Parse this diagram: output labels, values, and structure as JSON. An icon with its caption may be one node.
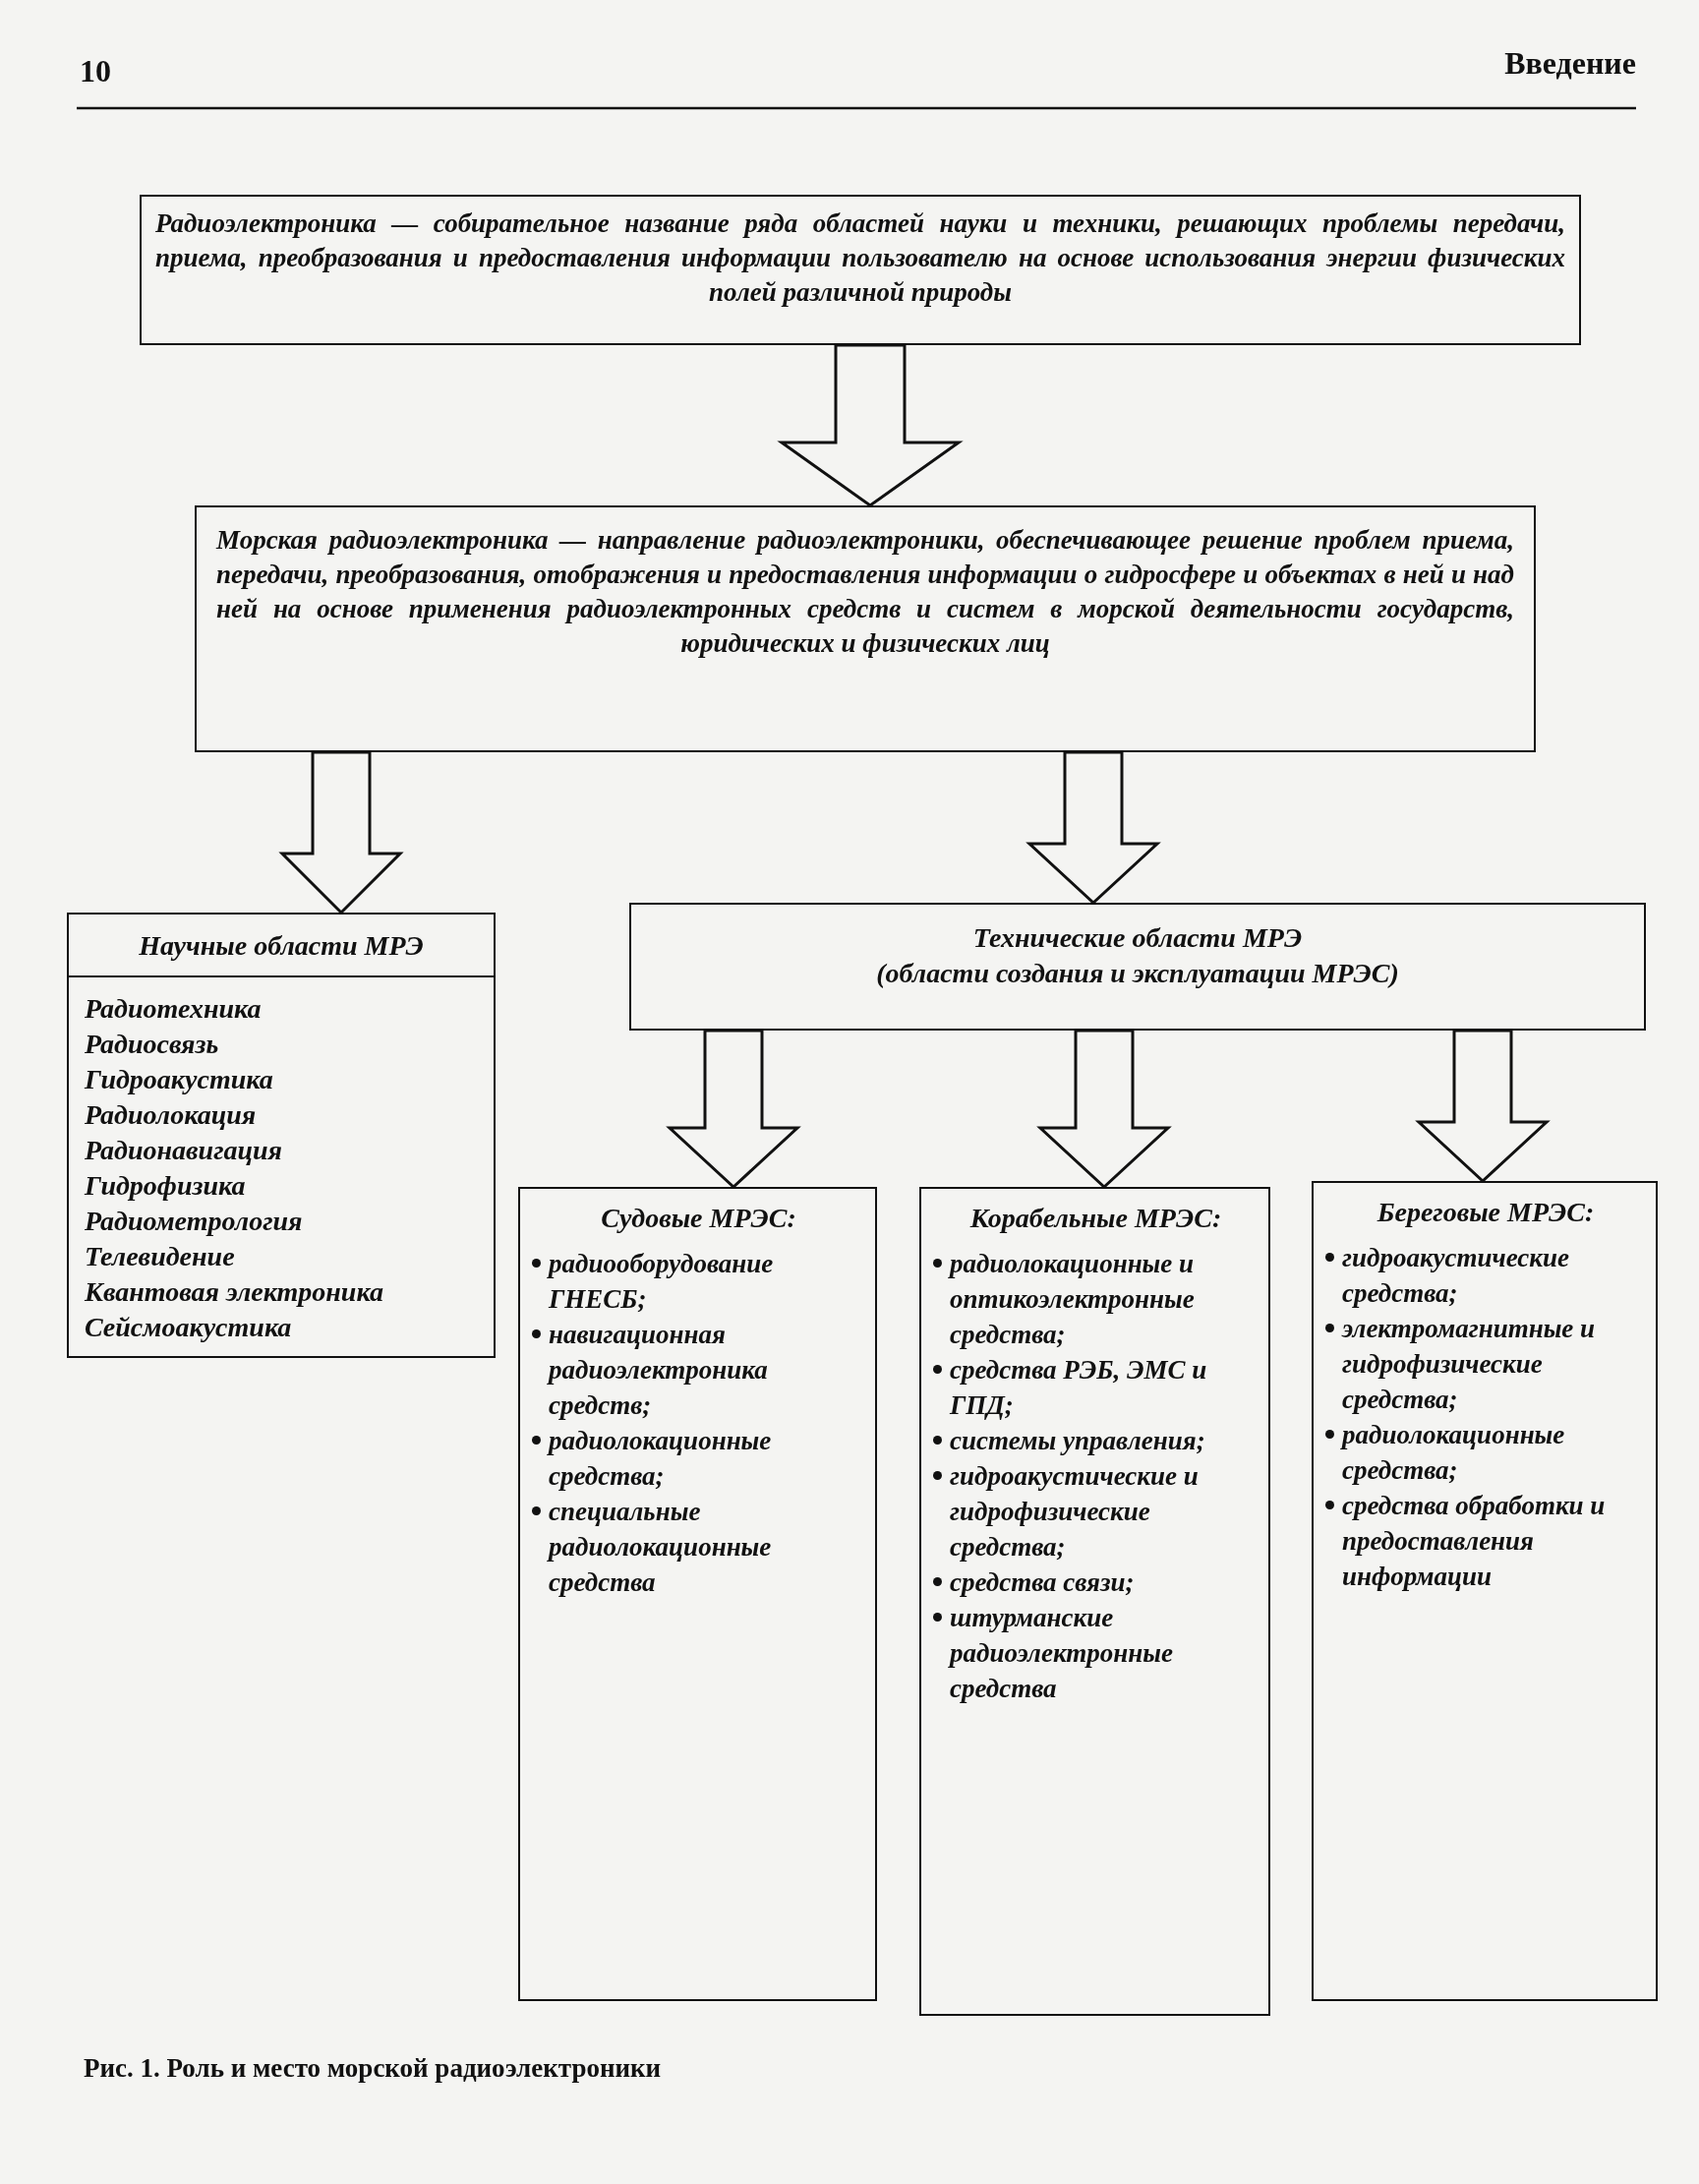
{
  "diagram": {
    "caption": "Рис. 1. Роль и место морской радиоэлектроники",
    "nodes": [
      {
        "text": [
          "Радиоэлектроника — собирательное название ряда областей науки и техники, решающих проблемы передачи, приема, преобразования и предоставления информации пользователю на основе использования энергии физических полей различной природы"
        ]
      },
      {
        "text": [
          "Морская радиоэлектроника — направление радиоэлектроники, обеспечивающее решение проблем приема, передачи, преобразования, отображения и предоставления информации о гидросфере и объектах в ней и над ней на основе применения радиоэлектронных средств и систем в морской деятельности государств, юридических и физических лиц"
        ]
      },
      {
        "text": [
          "Научные области МРЭ",
          "Радиотехника",
          "Радиосвязь",
          "Гидроакустика",
          "Радиолокация",
          "Радионавигация",
          "Гидрофизика",
          "Радиометрология",
          "Телевидение",
          "Квантовая электроника",
          "Сейсмоакустика"
        ]
      },
      {
        "text": [
          "Технические области МРЭ",
          "(области создания и эксплуатации МРЭС)"
        ]
      },
      {
        "text": [
          "Судовые МРЭС:",
          "радиооборудование ГНЕСБ;",
          "навигационная радиоэлектроника средств;",
          "радиолокационные средства;",
          "специальные радиолокационные средства"
        ]
      },
      {
        "text": [
          "Корабельные МРЭС:",
          "радиолокационные и оптикоэлектронные средства;",
          "средства РЭБ, ЭМС и ГПД;",
          "системы управления;",
          "гидроакустические и гидрофизические средства;",
          "средства связи;",
          "штурманские радиоэлектронные средства"
        ]
      },
      {
        "text": [
          "Береговые МРЭС:",
          "гидроакустические средства;",
          "электромагнитные и гидрофизические средства;",
          "радиолокационные средства;",
          "средства обработки и предоставления информации"
        ]
      }
    ],
    "edges": [
      {
        "from": 0,
        "to": 1,
        "arrow": "to"
      },
      {
        "from": 1,
        "to": 2,
        "arrow": "to"
      },
      {
        "from": 1,
        "to": 3,
        "arrow": "to"
      },
      {
        "from": 3,
        "to": 4,
        "arrow": "to"
      },
      {
        "from": 3,
        "to": 5,
        "arrow": "to"
      },
      {
        "from": 3,
        "to": 6,
        "arrow": "to"
      }
    ],
    "labels": [
      "10",
      "Введение"
    ]
  }
}
